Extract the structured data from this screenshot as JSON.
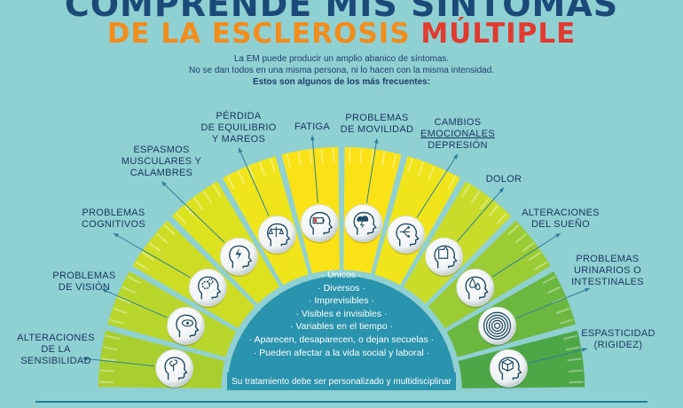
{
  "title": {
    "line1": "COMPRENDE MIS SÍNTOMAS",
    "line2a": "DE LA ESCLEROSIS ",
    "line2b": "MÚLTIPLE"
  },
  "intro": {
    "line1": "La EM puede producir un amplio abanico de síntomas.",
    "line2": "No se dan todos en una misma persona, ni lo hacen con la misma intensidad.",
    "line3": "Estos son algunos de los más frecuentes:"
  },
  "symptoms": [
    {
      "lines": [
        "ALTERACIONES",
        "DE LA",
        "SENSIBILIDAD"
      ],
      "icon": "head-plant-icon"
    },
    {
      "lines": [
        "PROBLEMAS",
        "DE VISIÓN"
      ],
      "icon": "head-eye-icon"
    },
    {
      "lines": [
        "PROBLEMAS",
        "COGNITIVOS"
      ],
      "icon": "head-gears-icon"
    },
    {
      "lines": [
        "ESPASMOS",
        "MUSCULARES Y",
        "CALAMBRES"
      ],
      "icon": "head-lightning-icon"
    },
    {
      "lines": [
        "PÉRDIDA",
        "DE EQUILIBRIO",
        "Y MAREOS"
      ],
      "icon": "head-scale-icon"
    },
    {
      "lines": [
        "FATIGA"
      ],
      "icon": "head-battery-icon"
    },
    {
      "lines": [
        "PROBLEMAS",
        "DE MOVILIDAD"
      ],
      "icon": "head-storm-icon"
    },
    {
      "lines": [
        "CAMBIOS",
        "EMOCIONALES",
        "DEPRESIÓN"
      ],
      "icon": "head-circuit-icon"
    },
    {
      "lines": [
        "DOLOR"
      ],
      "icon": "head-puzzle-icon"
    },
    {
      "lines": [
        "ALTERACIONES",
        "DEL SUEÑO"
      ],
      "icon": "head-drops-icon"
    },
    {
      "lines": [
        "PROBLEMAS",
        "URINARIOS O",
        "INTESTINALES"
      ],
      "icon": "spiral-icon"
    },
    {
      "lines": [
        "ESPASTICIDAD",
        "(RIGIDEZ)"
      ],
      "icon": "head-cube-icon"
    }
  ],
  "center": {
    "bullets": [
      "· Únicos ·",
      "· Diversos ·",
      "· Imprevisibles ·",
      "· Visibles e invisibles ·",
      "· Variables en el tiempo ·",
      "· Aparecen, desaparecen, o dejan secuelas ·",
      "· Pueden afectar a la vida social y laboral ·"
    ],
    "tail": "Su tratamiento debe ser personalizado y multidisciplinar"
  },
  "colors": {
    "background": "#8fd0d3",
    "title_blue": "#1c4a78",
    "title_orange": "#f28c1b",
    "title_red": "#e23a2e",
    "center_teal": "#2a93ad",
    "arrow": "#2a7f9b"
  }
}
